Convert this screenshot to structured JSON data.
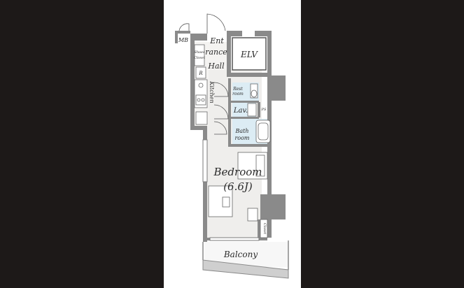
{
  "labels": {
    "mb": "MB",
    "entrance_1": "Ent",
    "entrance_2": "rance",
    "hall": "Hall",
    "elv": "ELV",
    "shoes_closet_1": "Shoes",
    "shoes_closet_2": "Closet",
    "r": "R",
    "kitchen": "Kitchen",
    "rest_room_1": "Rest",
    "rest_room_2": "room",
    "lav": "Lav.",
    "ps": "PS",
    "bath_room_1": "Bath",
    "bath_room_2": "room",
    "bedroom": "Bedroom",
    "bedroom_size": "(6.6J)",
    "closet": "Closet",
    "balcony": "Balcony"
  },
  "colors": {
    "background": "#1d1918",
    "panel": "#ffffff",
    "wall": "#8a8a8a",
    "floor": "#efeeec",
    "wet_area": "#dcecf4",
    "text": "#2a2a2a"
  }
}
